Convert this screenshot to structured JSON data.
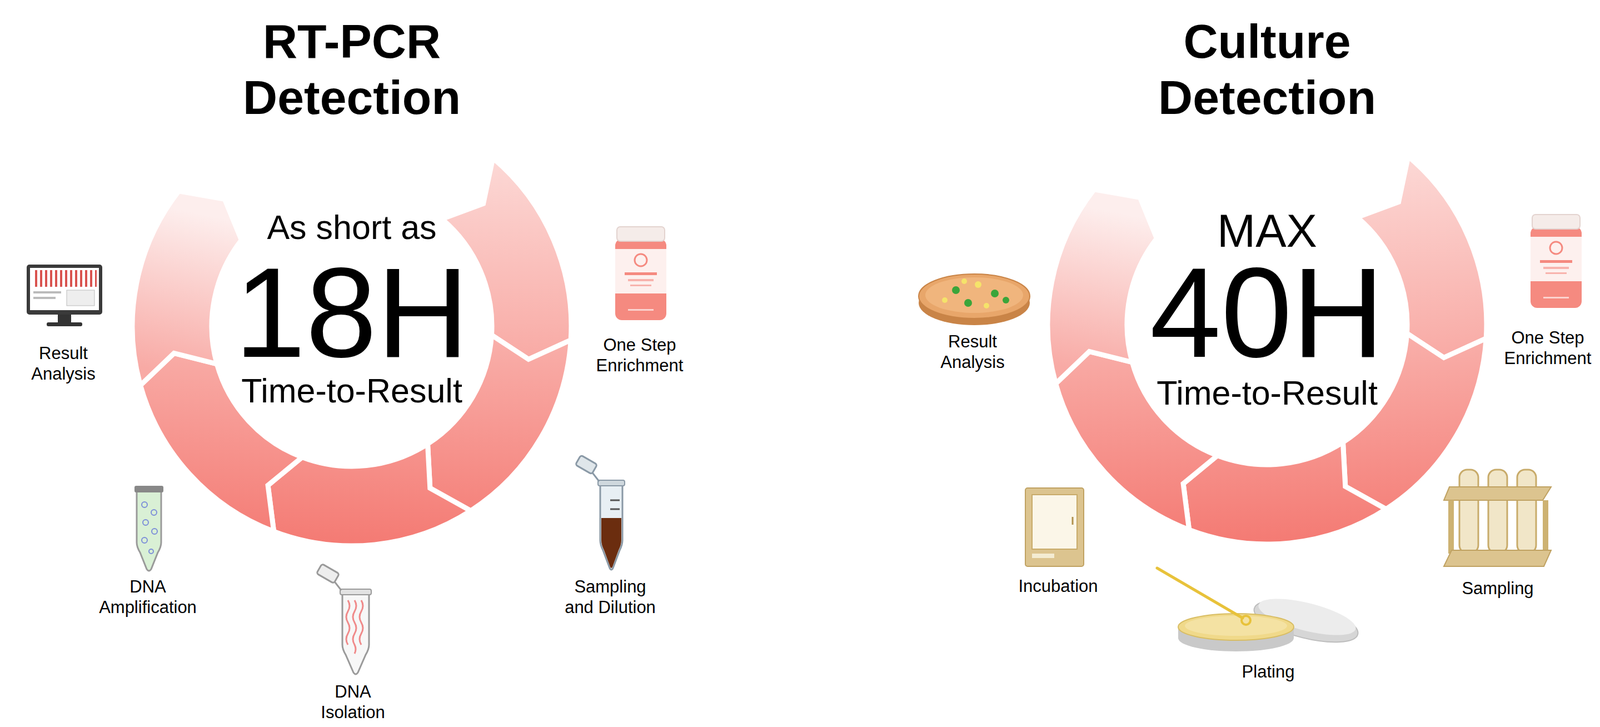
{
  "diagram": {
    "nodes": [
      {
        "text": [
          "RT-PCR Detection",
          "As short as",
          "18H",
          "Time-to-Result"
        ]
      },
      {
        "text": [
          "One Step Enrichment"
        ]
      },
      {
        "text": [
          "Sampling and Dilution"
        ]
      },
      {
        "text": [
          "DNA Isolation"
        ]
      },
      {
        "text": [
          "DNA Amplification"
        ]
      },
      {
        "text": [
          "Result Analysis"
        ]
      },
      {
        "text": [
          "Culture Detection",
          "MAX",
          "40H",
          "Time-to-Result"
        ]
      },
      {
        "text": [
          "One Step Enrichment"
        ]
      },
      {
        "text": [
          "Sampling"
        ]
      },
      {
        "text": [
          "Plating"
        ]
      },
      {
        "text": [
          "Incubation"
        ]
      },
      {
        "text": [
          "Result Analysis"
        ]
      }
    ]
  }
}
